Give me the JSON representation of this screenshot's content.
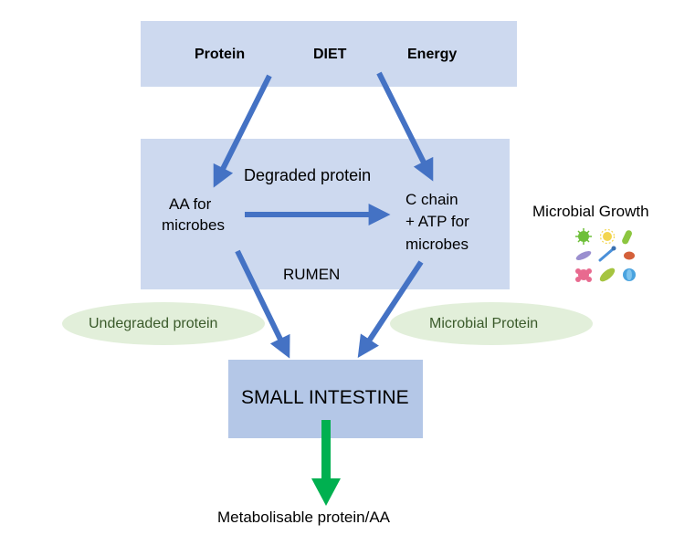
{
  "diet": {
    "protein": "Protein",
    "title": "DIET",
    "energy": "Energy"
  },
  "rumen": {
    "degraded": "Degraded protein",
    "aa_line1": "AA for",
    "aa_line2": "microbes",
    "c_line1": "C chain",
    "c_line2": "+ ATP for",
    "c_line3": "microbes",
    "label": "RUMEN"
  },
  "microbial_growth": "Microbial Growth",
  "undegraded": "Undegraded protein",
  "microbial_protein": "Microbial Protein",
  "small_intestine": "SMALL INTESTINE",
  "output": "Metabolisable protein/AA",
  "colors": {
    "box_light": "#cdd9ef",
    "box_dark": "#b4c7e7",
    "ellipse": "#e2efda",
    "arrow_blue": "#4472c4",
    "arrow_green": "#00b050"
  },
  "icons": [
    "bacteria-cluster-icon"
  ]
}
